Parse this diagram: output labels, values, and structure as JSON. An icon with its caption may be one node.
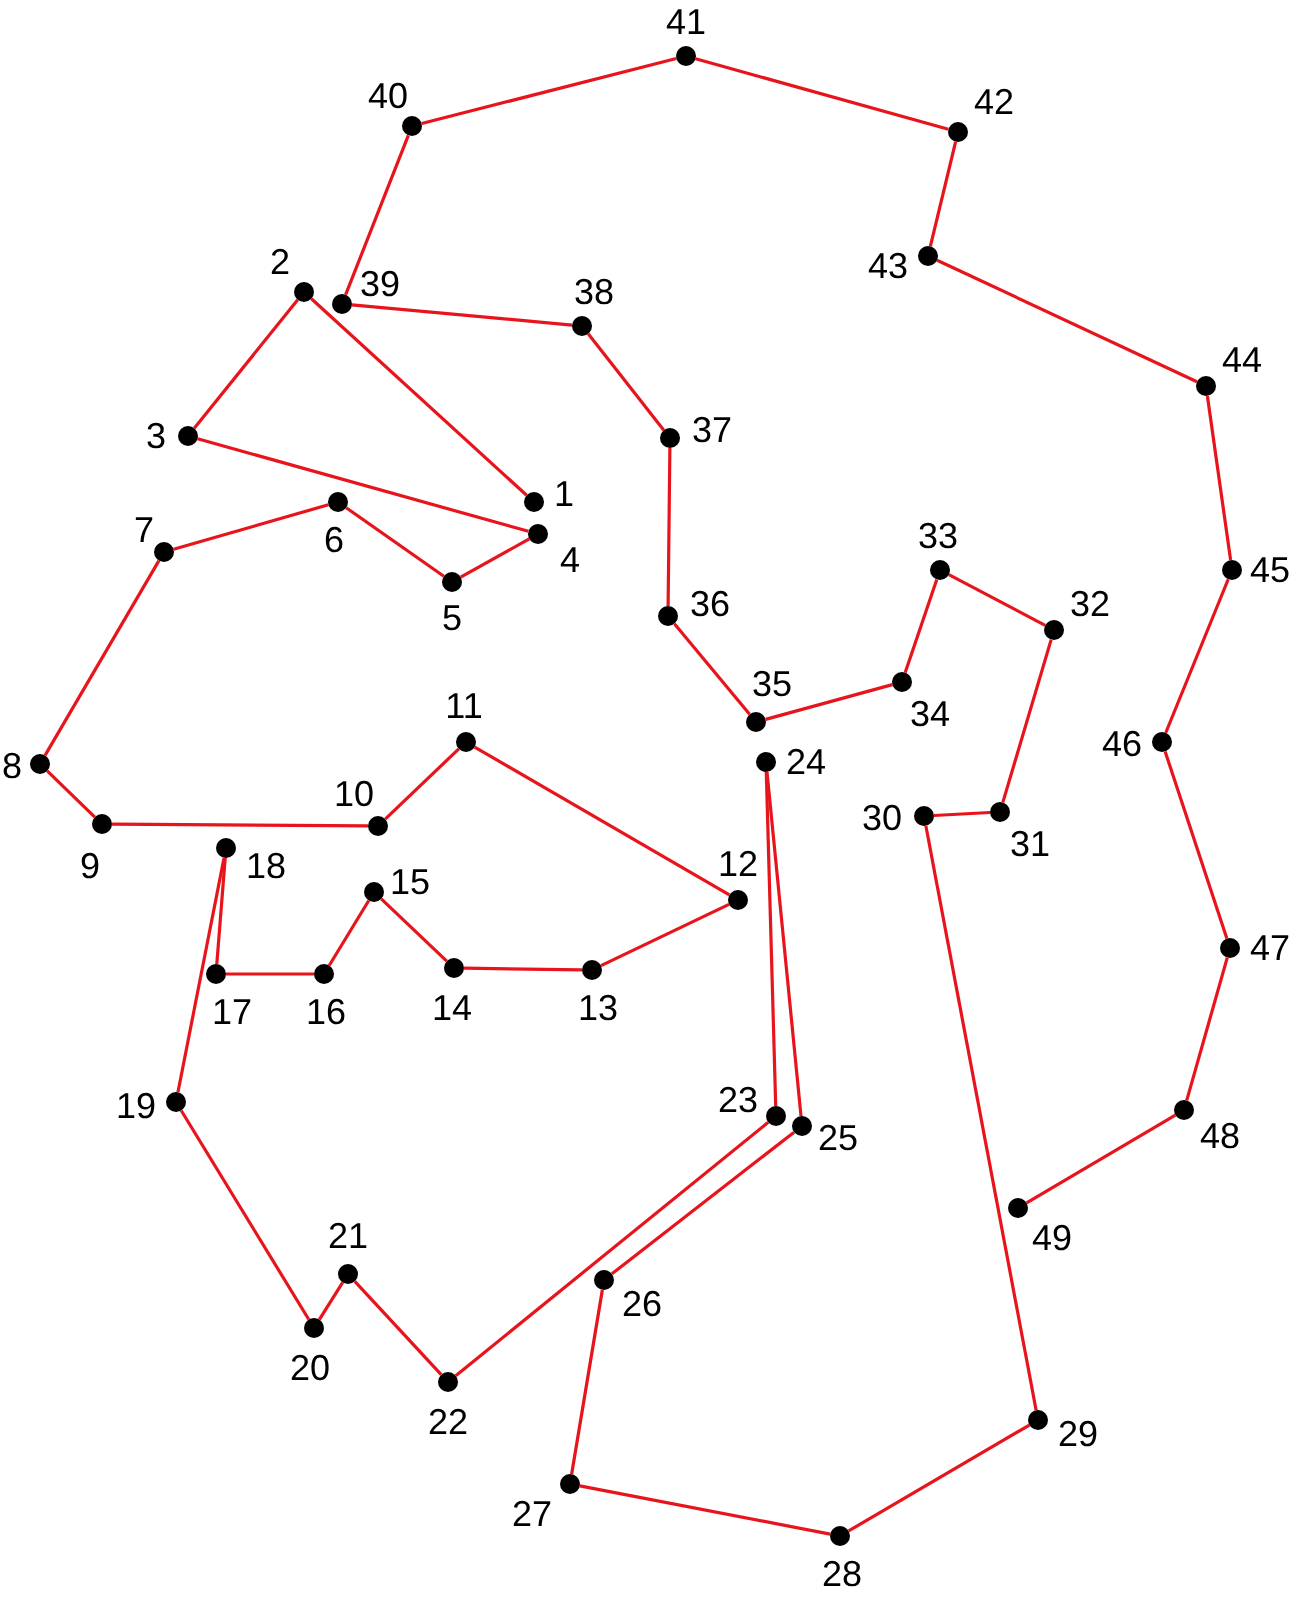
{
  "diagram": {
    "nodes": [
      {
        "text": [],
        "shape": "circle",
        "beside": [
          "1"
        ]
      },
      {
        "text": [],
        "shape": "circle",
        "beside": [
          "2"
        ]
      },
      {
        "text": [],
        "shape": "circle",
        "beside": [
          "3"
        ]
      },
      {
        "text": [],
        "shape": "circle",
        "beside": [
          "4"
        ]
      },
      {
        "text": [],
        "shape": "circle",
        "beside": [
          "5"
        ]
      },
      {
        "text": [],
        "shape": "circle",
        "beside": [
          "6"
        ]
      },
      {
        "text": [],
        "shape": "circle",
        "beside": [
          "7"
        ]
      },
      {
        "text": [],
        "shape": "circle",
        "beside": [
          "8"
        ]
      },
      {
        "text": [],
        "shape": "circle",
        "beside": [
          "9"
        ]
      },
      {
        "text": [],
        "shape": "circle",
        "beside": [
          "10"
        ]
      },
      {
        "text": [],
        "shape": "circle",
        "beside": [
          "11"
        ]
      },
      {
        "text": [],
        "shape": "circle",
        "beside": [
          "12"
        ]
      },
      {
        "text": [],
        "shape": "circle",
        "beside": [
          "13"
        ]
      },
      {
        "text": [],
        "shape": "circle",
        "beside": [
          "14"
        ]
      },
      {
        "text": [],
        "shape": "circle",
        "beside": [
          "15"
        ]
      },
      {
        "text": [],
        "shape": "circle",
        "beside": [
          "16"
        ]
      },
      {
        "text": [],
        "shape": "circle",
        "beside": [
          "17"
        ]
      },
      {
        "text": [],
        "shape": "circle",
        "beside": [
          "18"
        ]
      },
      {
        "text": [],
        "shape": "circle",
        "beside": [
          "19"
        ]
      },
      {
        "text": [],
        "shape": "circle",
        "beside": [
          "20"
        ]
      },
      {
        "text": [],
        "shape": "circle",
        "beside": [
          "21"
        ]
      },
      {
        "text": [],
        "shape": "circle",
        "beside": [
          "22"
        ]
      },
      {
        "text": [],
        "shape": "circle",
        "beside": [
          "23"
        ]
      },
      {
        "text": [],
        "shape": "circle",
        "beside": [
          "24"
        ]
      },
      {
        "text": [],
        "shape": "circle",
        "beside": [
          "25"
        ]
      },
      {
        "text": [],
        "shape": "circle",
        "beside": [
          "26"
        ]
      },
      {
        "text": [],
        "shape": "circle",
        "beside": [
          "27"
        ]
      },
      {
        "text": [],
        "shape": "circle",
        "beside": [
          "28"
        ]
      },
      {
        "text": [],
        "shape": "circle",
        "beside": [
          "29"
        ]
      },
      {
        "text": [],
        "shape": "circle",
        "beside": [
          "30"
        ]
      },
      {
        "text": [],
        "shape": "circle",
        "beside": [
          "31"
        ]
      },
      {
        "text": [],
        "shape": "circle",
        "beside": [
          "32"
        ]
      },
      {
        "text": [],
        "shape": "circle",
        "beside": [
          "33"
        ]
      },
      {
        "text": [],
        "shape": "circle",
        "beside": [
          "34"
        ]
      },
      {
        "text": [],
        "shape": "circle",
        "beside": [
          "35"
        ]
      },
      {
        "text": [],
        "shape": "circle",
        "beside": [
          "36"
        ]
      },
      {
        "text": [],
        "shape": "circle",
        "beside": [
          "37"
        ]
      },
      {
        "text": [],
        "shape": "circle",
        "beside": [
          "38"
        ]
      },
      {
        "text": [],
        "shape": "circle",
        "beside": [
          "39"
        ]
      },
      {
        "text": [],
        "shape": "circle",
        "beside": [
          "40"
        ]
      },
      {
        "text": [],
        "shape": "circle",
        "beside": [
          "41"
        ]
      },
      {
        "text": [],
        "shape": "circle",
        "beside": [
          "42"
        ]
      },
      {
        "text": [],
        "shape": "circle",
        "beside": [
          "43"
        ]
      },
      {
        "text": [],
        "shape": "circle",
        "beside": [
          "44"
        ]
      },
      {
        "text": [],
        "shape": "circle",
        "beside": [
          "45"
        ]
      },
      {
        "text": [],
        "shape": "circle",
        "beside": [
          "46"
        ]
      },
      {
        "text": [],
        "shape": "circle",
        "beside": [
          "47"
        ]
      },
      {
        "text": [],
        "shape": "circle",
        "beside": [
          "48"
        ]
      },
      {
        "text": [],
        "shape": "circle",
        "beside": [
          "49"
        ]
      }
    ],
    "edges": [
      {
        "from": 0,
        "to": 1,
        "arrow": "none"
      },
      {
        "from": 1,
        "to": 2,
        "arrow": "none"
      },
      {
        "from": 2,
        "to": 3,
        "arrow": "none"
      },
      {
        "from": 3,
        "to": 4,
        "arrow": "none"
      },
      {
        "from": 4,
        "to": 5,
        "arrow": "none"
      },
      {
        "from": 5,
        "to": 6,
        "arrow": "none"
      },
      {
        "from": 6,
        "to": 7,
        "arrow": "none"
      },
      {
        "from": 7,
        "to": 8,
        "arrow": "none"
      },
      {
        "from": 8,
        "to": 9,
        "arrow": "none"
      },
      {
        "from": 9,
        "to": 10,
        "arrow": "none"
      },
      {
        "from": 10,
        "to": 11,
        "arrow": "none"
      },
      {
        "from": 11,
        "to": 12,
        "arrow": "none"
      },
      {
        "from": 12,
        "to": 13,
        "arrow": "none"
      },
      {
        "from": 13,
        "to": 14,
        "arrow": "none"
      },
      {
        "from": 14,
        "to": 15,
        "arrow": "none"
      },
      {
        "from": 15,
        "to": 16,
        "arrow": "none"
      },
      {
        "from": 16,
        "to": 17,
        "arrow": "none"
      },
      {
        "from": 17,
        "to": 18,
        "arrow": "none"
      },
      {
        "from": 18,
        "to": 19,
        "arrow": "none"
      },
      {
        "from": 19,
        "to": 20,
        "arrow": "none"
      },
      {
        "from": 20,
        "to": 21,
        "arrow": "none"
      },
      {
        "from": 21,
        "to": 22,
        "arrow": "none"
      },
      {
        "from": 22,
        "to": 23,
        "arrow": "none"
      },
      {
        "from": 23,
        "to": 24,
        "arrow": "none"
      },
      {
        "from": 24,
        "to": 25,
        "arrow": "none"
      },
      {
        "from": 25,
        "to": 26,
        "arrow": "none"
      },
      {
        "from": 26,
        "to": 27,
        "arrow": "none"
      },
      {
        "from": 27,
        "to": 28,
        "arrow": "none"
      },
      {
        "from": 28,
        "to": 29,
        "arrow": "none"
      },
      {
        "from": 29,
        "to": 30,
        "arrow": "none"
      },
      {
        "from": 30,
        "to": 31,
        "arrow": "none"
      },
      {
        "from": 31,
        "to": 32,
        "arrow": "none"
      },
      {
        "from": 32,
        "to": 33,
        "arrow": "none"
      },
      {
        "from": 33,
        "to": 34,
        "arrow": "none"
      },
      {
        "from": 34,
        "to": 35,
        "arrow": "none"
      },
      {
        "from": 35,
        "to": 36,
        "arrow": "none"
      },
      {
        "from": 36,
        "to": 37,
        "arrow": "none"
      },
      {
        "from": 37,
        "to": 38,
        "arrow": "none"
      },
      {
        "from": 38,
        "to": 39,
        "arrow": "none"
      },
      {
        "from": 39,
        "to": 40,
        "arrow": "none"
      },
      {
        "from": 40,
        "to": 41,
        "arrow": "none"
      },
      {
        "from": 41,
        "to": 42,
        "arrow": "none"
      },
      {
        "from": 42,
        "to": 43,
        "arrow": "none"
      },
      {
        "from": 43,
        "to": 44,
        "arrow": "none"
      },
      {
        "from": 44,
        "to": 45,
        "arrow": "none"
      },
      {
        "from": 45,
        "to": 46,
        "arrow": "none"
      },
      {
        "from": 46,
        "to": 47,
        "arrow": "none"
      },
      {
        "from": 47,
        "to": 48,
        "arrow": "none"
      }
    ]
  }
}
